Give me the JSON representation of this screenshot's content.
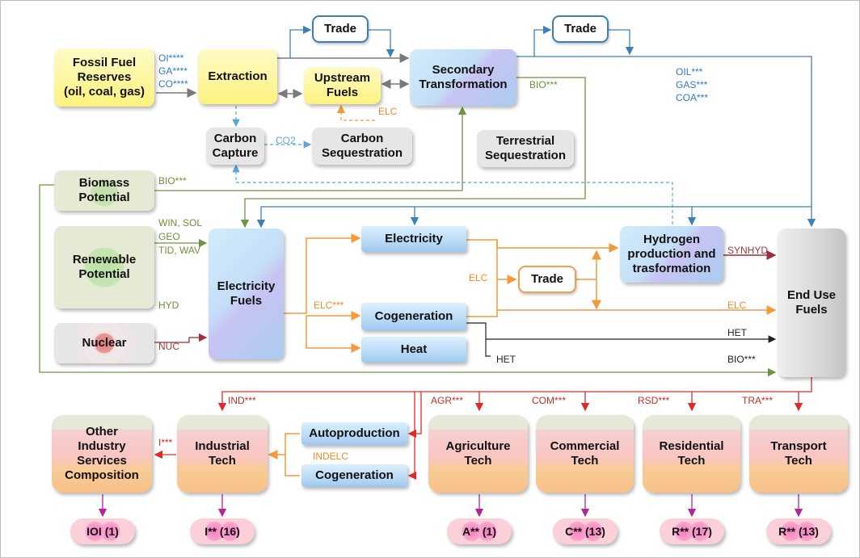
{
  "nodes": {
    "fossil": "Fossil Fuel\nReserves\n(oil, coal, gas)",
    "extraction": "Extraction",
    "upstream": "Upstream\nFuels",
    "trade_top1": "Trade",
    "trade_top2": "Trade",
    "secondary": "Secondary\nTransformation",
    "carbon_capture": "Carbon\nCapture",
    "carbon_seq": "Carbon\nSequestration",
    "terrestrial_seq": "Terrestrial\nSequestration",
    "biomass": "Biomass\nPotential",
    "renewable": "Renewable\nPotential",
    "nuclear": "Nuclear",
    "elec_fuels": "Electricity\nFuels",
    "electricity": "Electricity",
    "cogeneration": "Cogeneration",
    "heat": "Heat",
    "trade_mid": "Trade",
    "hydrogen": "Hydrogen\nproduction and\ntrasformation",
    "end_use": "End Use\nFuels",
    "other_industry": "Other\nIndustry\nServices\nComposition",
    "industrial_tech": "Industrial\nTech",
    "autoproduction": "Autoproduction",
    "cogeneration2": "Cogeneration",
    "agriculture": "Agriculture\nTech",
    "commercial": "Commercial\nTech",
    "residential": "Residential\nTech",
    "transport": "Transport\nTech",
    "leaf_ioi": "IOI (1)",
    "leaf_i": "I** (16)",
    "leaf_a": "A** (1)",
    "leaf_c": "C** (13)",
    "leaf_r1": "R** (17)",
    "leaf_r2": "R** (13)"
  },
  "labels": {
    "oi": "OI****",
    "ga": "GA****",
    "co": "CO****",
    "elc_up": "ELC",
    "bio_sec": "BIO***",
    "oil": "OIL***",
    "gas": "GAS***",
    "coa": "COA***",
    "co2": "CO2",
    "bio_biomass": "BIO***",
    "win_sol": "WIN, SOL",
    "geo": "GEO",
    "tid_wav": "TID, WAV",
    "hyd": "HYD",
    "nuc": "NUC",
    "elc_fuel": "ELC***",
    "elc_mid": "ELC",
    "synhyd": "SYNHYD",
    "elc_end": "ELC",
    "het1": "HET",
    "het2": "HET",
    "bio_end": "BIO***",
    "ind": "IND***",
    "agr": "AGR***",
    "com": "COM***",
    "rsd": "RSD***",
    "tra": "TRA***",
    "i_other": "I***",
    "indelc": "INDELC"
  },
  "colors": {
    "blue": "#3f7fb8",
    "green": "#6f9440",
    "orange": "#f39a3c",
    "red": "#e02a2a",
    "magenta": "#b7239a",
    "maroon": "#9b2f3f",
    "dark": "#222222",
    "dashed_blue": "#5aa7d6"
  }
}
